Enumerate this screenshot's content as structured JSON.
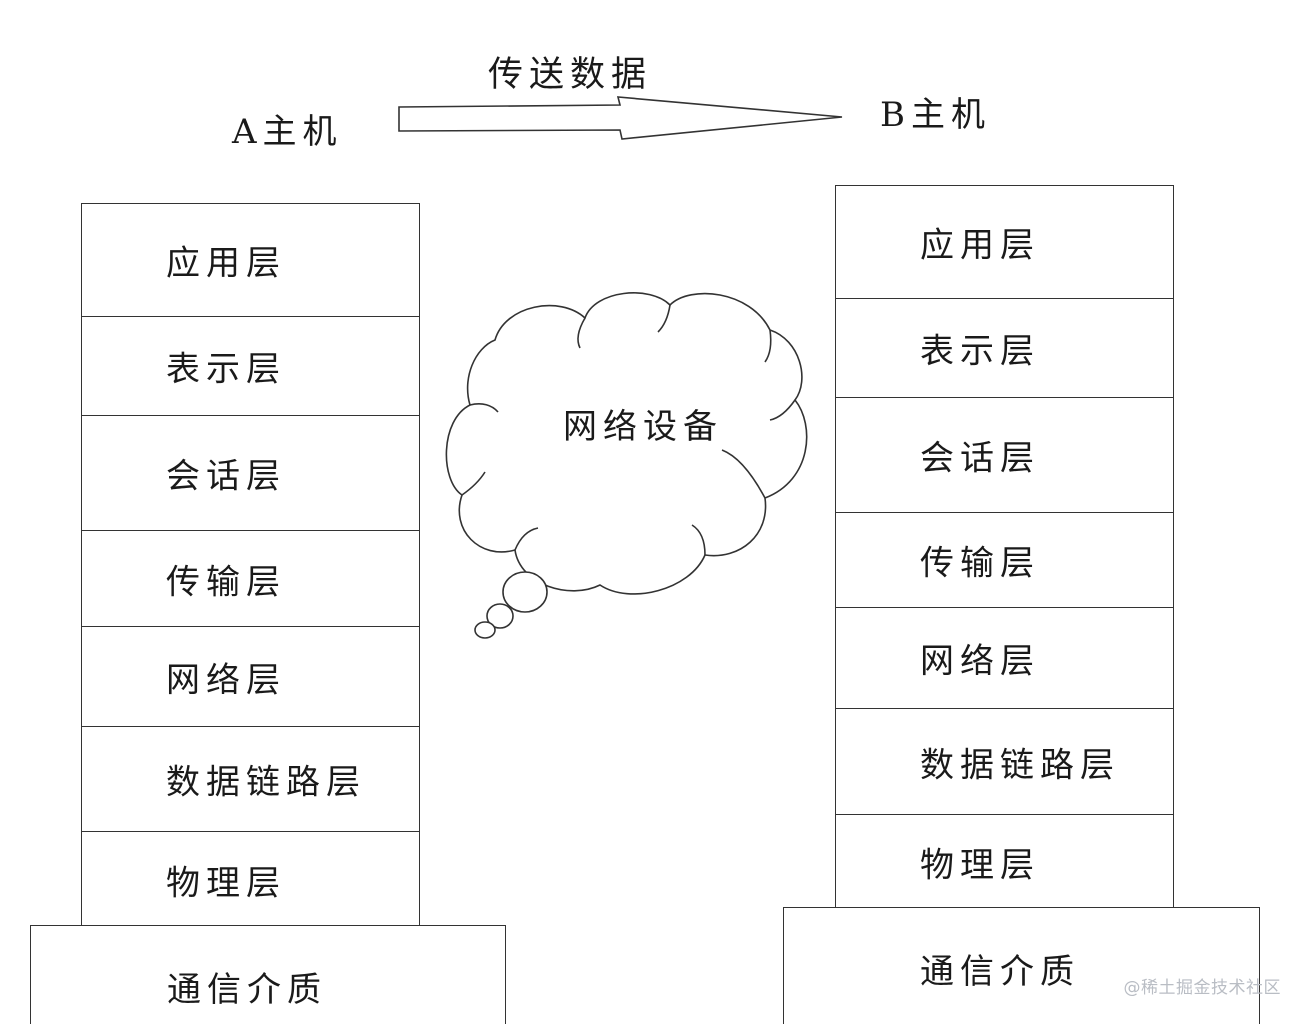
{
  "hosts": {
    "a_label": "A主机",
    "b_label": "B主机"
  },
  "transfer_label": "传送数据",
  "network": {
    "label": "网络设备"
  },
  "stack_a": {
    "layers": [
      {
        "label": "应用层"
      },
      {
        "label": "表示层"
      },
      {
        "label": "会话层"
      },
      {
        "label": "传输层"
      },
      {
        "label": "网络层"
      },
      {
        "label": "数据链路层"
      },
      {
        "label": "物理层"
      }
    ],
    "medium_label": "通信介质"
  },
  "stack_b": {
    "layers": [
      {
        "label": "应用层"
      },
      {
        "label": "表示层"
      },
      {
        "label": "会话层"
      },
      {
        "label": "传输层"
      },
      {
        "label": "网络层"
      },
      {
        "label": "数据链路层"
      },
      {
        "label": "物理层"
      }
    ],
    "medium_label": "通信介质"
  },
  "watermark": "@稀土掘金技术社区",
  "colors": {
    "line": "#333333",
    "text": "#1a1a1a",
    "watermark": "#b9bdc4"
  }
}
